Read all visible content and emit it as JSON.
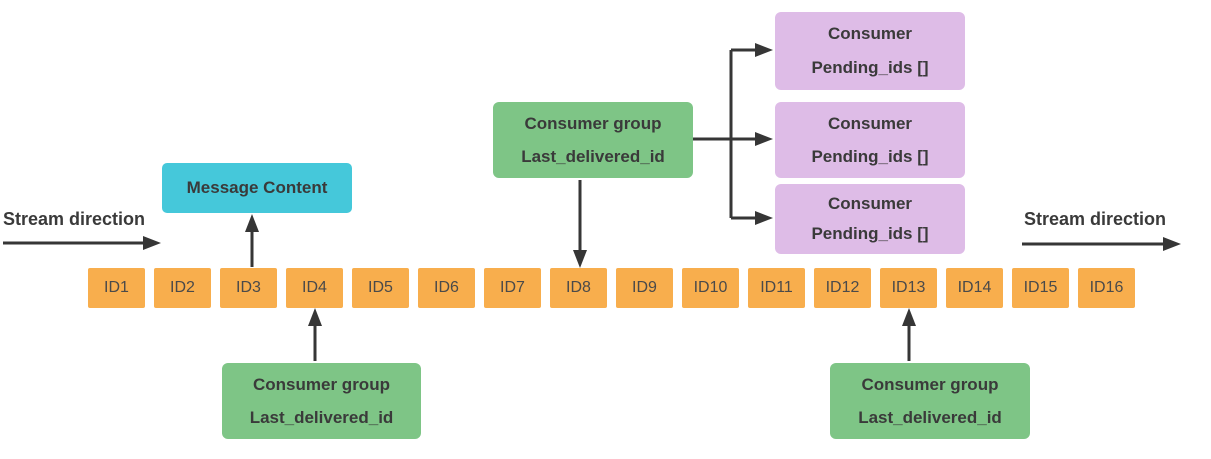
{
  "colors": {
    "stream_box": "#F8AE4D",
    "consumer_group_box": "#7EC586",
    "consumer_box": "#DEBCE7",
    "message_box": "#45C8DA",
    "line": "#363636",
    "title_text": "#3A3A3A",
    "id_text": "#4A4A4A"
  },
  "stream": {
    "left_label": "Stream direction",
    "right_label": "Stream direction",
    "ids": [
      "ID1",
      "ID2",
      "ID3",
      "ID4",
      "ID5",
      "ID6",
      "ID7",
      "ID8",
      "ID9",
      "ID10",
      "ID11",
      "ID12",
      "ID13",
      "ID14",
      "ID15",
      "ID16"
    ]
  },
  "message_content": {
    "label": "Message Content",
    "points_to": "ID3"
  },
  "consumer_groups": [
    {
      "line1": "Consumer group",
      "line2": "Last_delivered_id",
      "points_to": "ID8"
    },
    {
      "line1": "Consumer group",
      "line2": "Last_delivered_id",
      "points_to": "ID4"
    },
    {
      "line1": "Consumer group",
      "line2": "Last_delivered_id",
      "points_to": "ID13"
    }
  ],
  "consumers": [
    {
      "line1": "Consumer",
      "line2": "Pending_ids []"
    },
    {
      "line1": "Consumer",
      "line2": "Pending_ids []"
    },
    {
      "line1": "Consumer",
      "line2": "Pending_ids []"
    }
  ]
}
